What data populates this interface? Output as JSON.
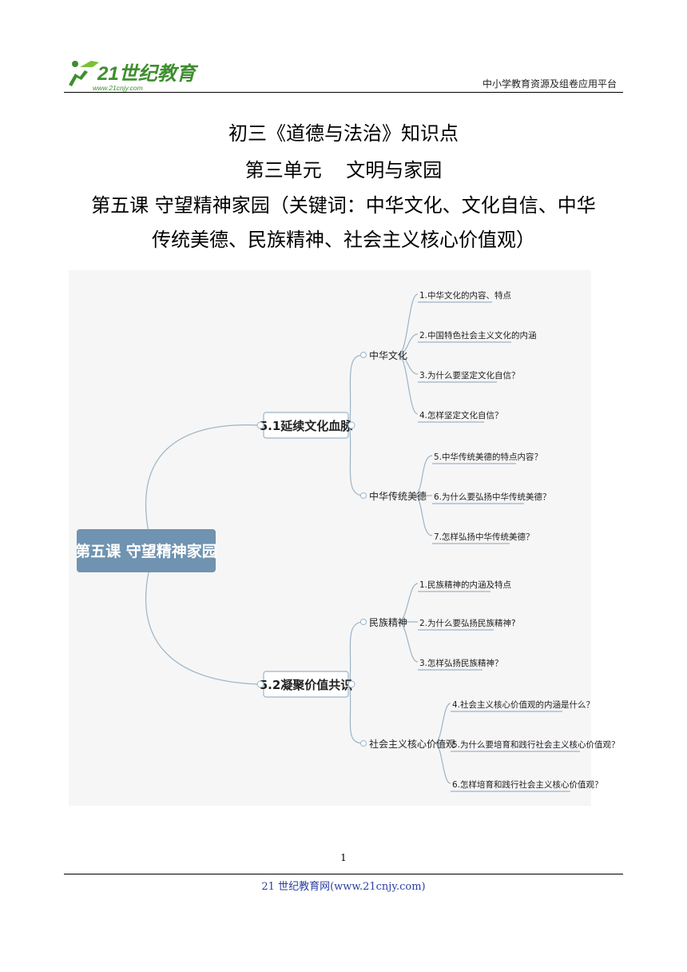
{
  "header": {
    "logo_text": "21世纪教育",
    "logo_url_text": "www.21cnjy.com",
    "right_text": "中小学教育资源及组卷应用平台"
  },
  "title": {
    "line1": "初三《道德与法治》知识点",
    "line2": "第三单元    文明与家园",
    "line3": "第五课 守望精神家园（关键词：中华文化、文化自信、中华",
    "line4": "传统美德、民族精神、社会主义核心价值观）"
  },
  "mindmap": {
    "root": "第五课 守望精神家园",
    "sections": [
      {
        "label": "5.1延续文化血脉",
        "topics": [
          {
            "label": "中华文化",
            "items": [
              "1.中华文化的内容、特点",
              "2.中国特色社会主义文化的内涵",
              "3.为什么要坚定文化自信？",
              "4.怎样坚定文化自信？"
            ]
          },
          {
            "label": "中华传统美德",
            "items": [
              "5.中华传统美德的特点内容？",
              "6.为什么要弘扬中华传统美德？",
              "7.怎样弘扬中华传统美德？"
            ]
          }
        ]
      },
      {
        "label": "5.2凝聚价值共识",
        "topics": [
          {
            "label": "民族精神",
            "items": [
              "1.民族精神的内涵及特点",
              "2.为什么要弘扬民族精神?",
              "3.怎样弘扬民族精神？"
            ]
          },
          {
            "label": "社会主义核心价值观",
            "items": [
              "4.社会主义核心价值观的内涵是什么？",
              "5.为什么要培育和践行社会主义核心价值观？",
              "6.怎样培育和践行社会主义核心价值观？"
            ]
          }
        ]
      }
    ]
  },
  "footer": {
    "page_number": "1",
    "site_text": "21 世纪教育网(www.21cnjy.com)"
  },
  "colors": {
    "root_fill": "#6f93b0",
    "line": "#9cb4c8",
    "logo_green": "#3e8e2f",
    "footer_blue": "#2b3fa0"
  }
}
